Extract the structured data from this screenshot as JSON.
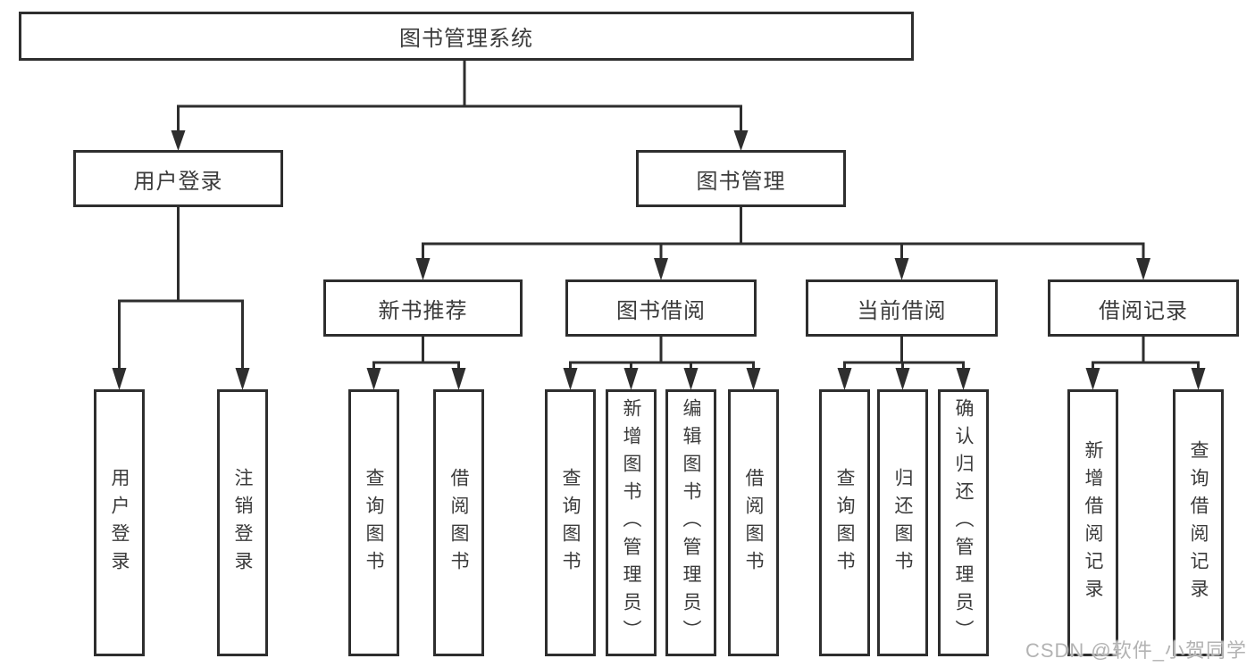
{
  "colors": {
    "line": "#2e2e2e",
    "box_border": "#2e2e2e",
    "box_background": "#ffffff",
    "text": "#3b3b3b",
    "watermark": "#b3b3b3"
  },
  "diagram": {
    "root": {
      "label": "图书管理系统"
    },
    "level2": [
      {
        "label": "用户登录"
      },
      {
        "label": "图书管理"
      }
    ],
    "level3": [
      {
        "label": "新书推荐"
      },
      {
        "label": "图书借阅"
      },
      {
        "label": "当前借阅"
      },
      {
        "label": "借阅记录"
      }
    ],
    "leaves": [
      {
        "label": "用户登录"
      },
      {
        "label": "注销登录"
      },
      {
        "label": "查询图书"
      },
      {
        "label": "借阅图书"
      },
      {
        "label": "查询图书"
      },
      {
        "label": "新增图书（管理员）"
      },
      {
        "label": "编辑图书（管理员）"
      },
      {
        "label": "借阅图书"
      },
      {
        "label": "查询图书"
      },
      {
        "label": "归还图书"
      },
      {
        "label": "确认归还（管理员）"
      },
      {
        "label": "新增借阅记录"
      },
      {
        "label": "查询借阅记录"
      }
    ],
    "watermark": "CSDN @软件_小贺同学"
  }
}
